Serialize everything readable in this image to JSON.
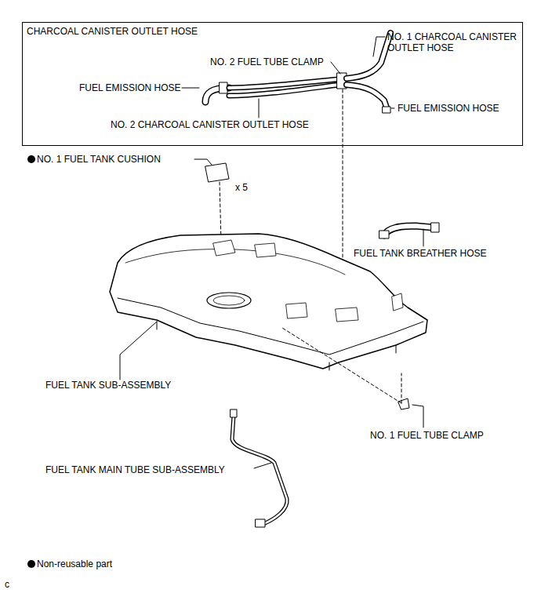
{
  "diagram": {
    "nodes": [
      {
        "text": [
          "CHARCOAL CANISTER OUTLET HOSE"
        ]
      }
    ],
    "labels": [
      "NO. 2 FUEL TUBE CLAMP",
      "NO. 1 CHARCOAL CANISTER OUTLET HOSE",
      "FUEL EMISSION HOSE",
      "NO. 2 CHARCOAL CANISTER OUTLET HOSE",
      "FUEL EMISSION HOSE",
      "NO. 1 FUEL TANK CUSHION",
      "x 5",
      "FUEL TANK BREATHER HOSE",
      "FUEL TANK SUB-ASSEMBLY",
      "NO. 1 FUEL TUBE CLAMP",
      "FUEL TANK MAIN TUBE SUB-ASSEMBLY",
      "c"
    ],
    "legend": [
      {
        "text": "Non-reusable part"
      }
    ]
  }
}
